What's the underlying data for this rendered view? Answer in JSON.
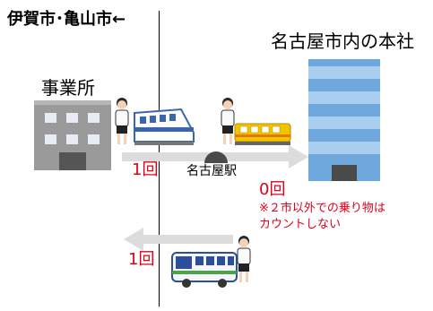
{
  "boundary_label": "伊賀市･亀山市←",
  "head_office_label": "名古屋市内の本社",
  "office_label": "事業所",
  "station_label": "名古屋駅",
  "count_train": "1回",
  "count_local": "0回",
  "note_line1": "※２市以外での乗り物は",
  "note_line2": "カウントしない",
  "count_bus": "1回",
  "colors": {
    "accent_red": "#e0001a",
    "arrow_gray": "#dcdcdc",
    "office_gray": "#9a9a9a",
    "tower_blue": "#6ea7dc"
  },
  "icons": [
    "office-building-icon",
    "office-tower-icon",
    "commuter-train-icon",
    "local-train-icon",
    "bus-icon",
    "person-icon"
  ]
}
